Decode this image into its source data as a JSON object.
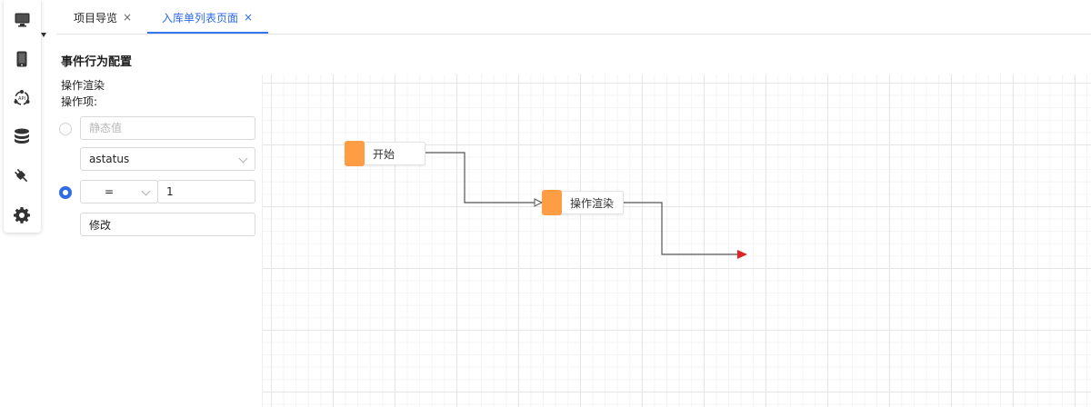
{
  "tabs": [
    {
      "label": "项目导览",
      "close": "×",
      "active": false
    },
    {
      "label": "入库单列表页面",
      "close": "×",
      "active": true
    }
  ],
  "panel": {
    "title": "事件行为配置",
    "action_name": "操作渲染",
    "operation_label": "操作项:",
    "static_value": {
      "placeholder": "静态值",
      "selected": false
    },
    "field_select": {
      "value": "astatus"
    },
    "condition": {
      "operator": "=",
      "value": "1",
      "selected": true
    },
    "action_input": {
      "value": "修改"
    }
  },
  "flow": {
    "nodes": [
      {
        "label": "开始"
      },
      {
        "label": "操作渲染"
      }
    ]
  },
  "colors": {
    "accent": "#2f6ae8",
    "node_badge": "#ff9d45",
    "end_arrow": "#e02424"
  },
  "rail_icons": [
    "monitor-icon",
    "mobile-phone-icon",
    "api-icon",
    "database-icon",
    "plug-icon",
    "gear-icon"
  ]
}
